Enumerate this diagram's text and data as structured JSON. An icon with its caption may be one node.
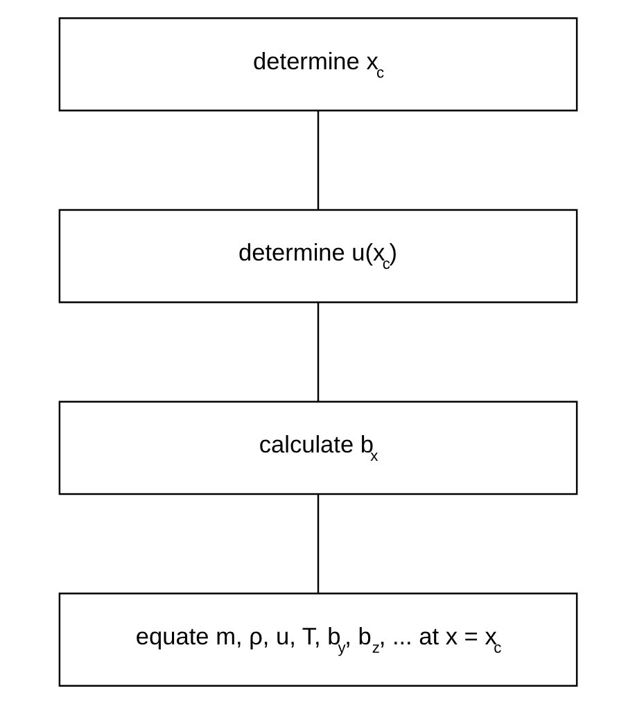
{
  "diagram": {
    "nodes": [
      {
        "text": [
          "determine x$_{c}$"
        ]
      },
      {
        "text": [
          "determine u(x$_{c}$)"
        ]
      },
      {
        "text": [
          "calculate b$_{x}$"
        ]
      },
      {
        "text": [
          "equate m, ρ, u, T, b$_{y}$, b$_{z}$, ... at x = x$_{c}$"
        ]
      }
    ],
    "edges": [
      {
        "from": 0,
        "to": 1,
        "arrow": "none"
      },
      {
        "from": 1,
        "to": 2,
        "arrow": "none"
      },
      {
        "from": 2,
        "to": 3,
        "arrow": "none"
      }
    ]
  }
}
